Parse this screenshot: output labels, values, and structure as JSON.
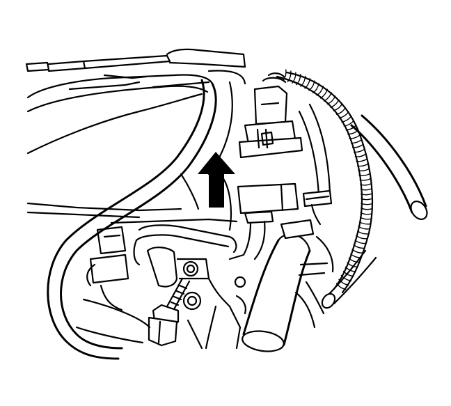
{
  "figure": {
    "kind": "line-art service illustration",
    "arrow_direction": "up",
    "colors": {
      "ink": "#000000",
      "paper": "#ffffff"
    },
    "parts": [
      "intake-duct",
      "electrical-connector-upper",
      "electrical-connector-lower",
      "corrugated-wire-harness",
      "removal-arrow-icon",
      "mounting-bolt",
      "coolant-hose-left",
      "vacuum-hose-right",
      "sensor-bracket",
      "engine-block"
    ]
  }
}
